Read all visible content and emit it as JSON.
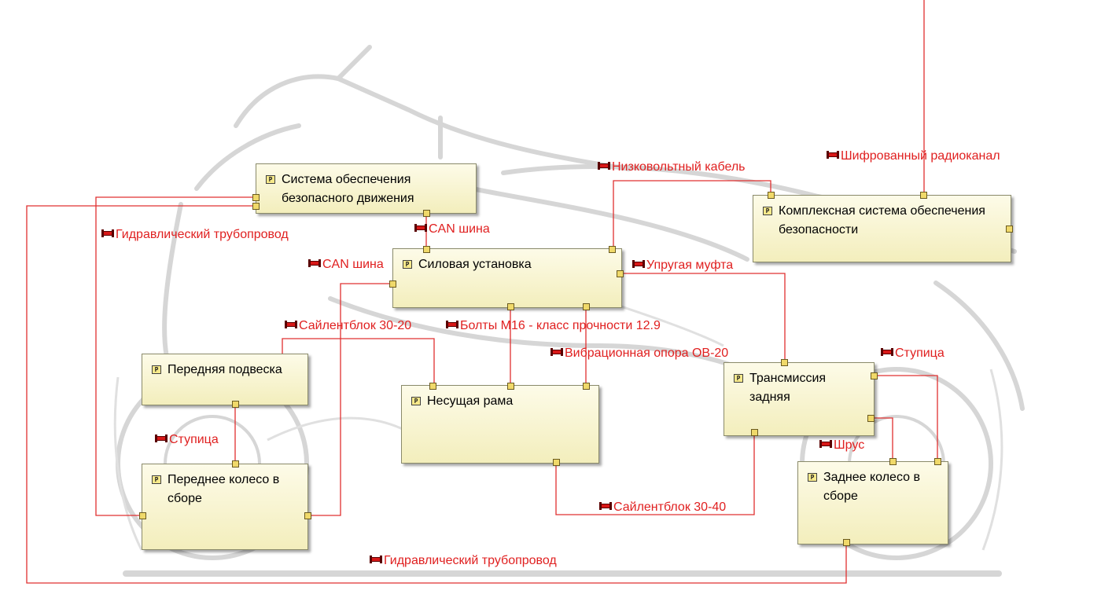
{
  "blocks": [
    {
      "id": "safety_system",
      "title": "Система обеспечения\nбезопасного движения"
    },
    {
      "id": "power_unit",
      "title": "Силовая установка"
    },
    {
      "id": "complex_safety",
      "title": "Комплексная система обеспечения\nбезопасности"
    },
    {
      "id": "front_suspension",
      "title": "Передняя подвеска"
    },
    {
      "id": "frame",
      "title": "Несущая рама"
    },
    {
      "id": "rear_transmission",
      "title": "Трансмиссия задняя"
    },
    {
      "id": "front_wheel",
      "title": "Переднее колесо в\nсборе"
    },
    {
      "id": "rear_wheel",
      "title": "Заднее колесо в\nсборе"
    }
  ],
  "connectors": [
    {
      "id": "encrypted_radio",
      "label": "Шифрованный радиоканал"
    },
    {
      "id": "low_voltage_cable",
      "label": "Низковольтный кабель"
    },
    {
      "id": "hydraulic_pipe_1",
      "label": "Гидравлический трубопровод"
    },
    {
      "id": "can_bus_1",
      "label": "CAN шина"
    },
    {
      "id": "can_bus_2",
      "label": "CAN шина"
    },
    {
      "id": "elastic_coupling",
      "label": "Упругая муфта"
    },
    {
      "id": "silentblock_30_20",
      "label": "Сайлентблок 30-20"
    },
    {
      "id": "bolts_m16",
      "label": "Болты М16 - класс прочности 12.9"
    },
    {
      "id": "vibration_mount",
      "label": "Вибрационная опора ОВ-20"
    },
    {
      "id": "hub_rear",
      "label": "Ступица"
    },
    {
      "id": "hub_front",
      "label": "Ступица"
    },
    {
      "id": "cv_joint",
      "label": "Шрус"
    },
    {
      "id": "silentblock_30_40",
      "label": "Сайлентблок 30-40"
    },
    {
      "id": "hydraulic_pipe_2",
      "label": "Гидравлический трубопровод"
    }
  ],
  "icons": {
    "block": "part-icon",
    "connector": "connector-icon"
  },
  "colors": {
    "wire": "#e03030",
    "label": "#e02020",
    "block_fill": "#f7f3cc",
    "port": "#f0d96a"
  }
}
